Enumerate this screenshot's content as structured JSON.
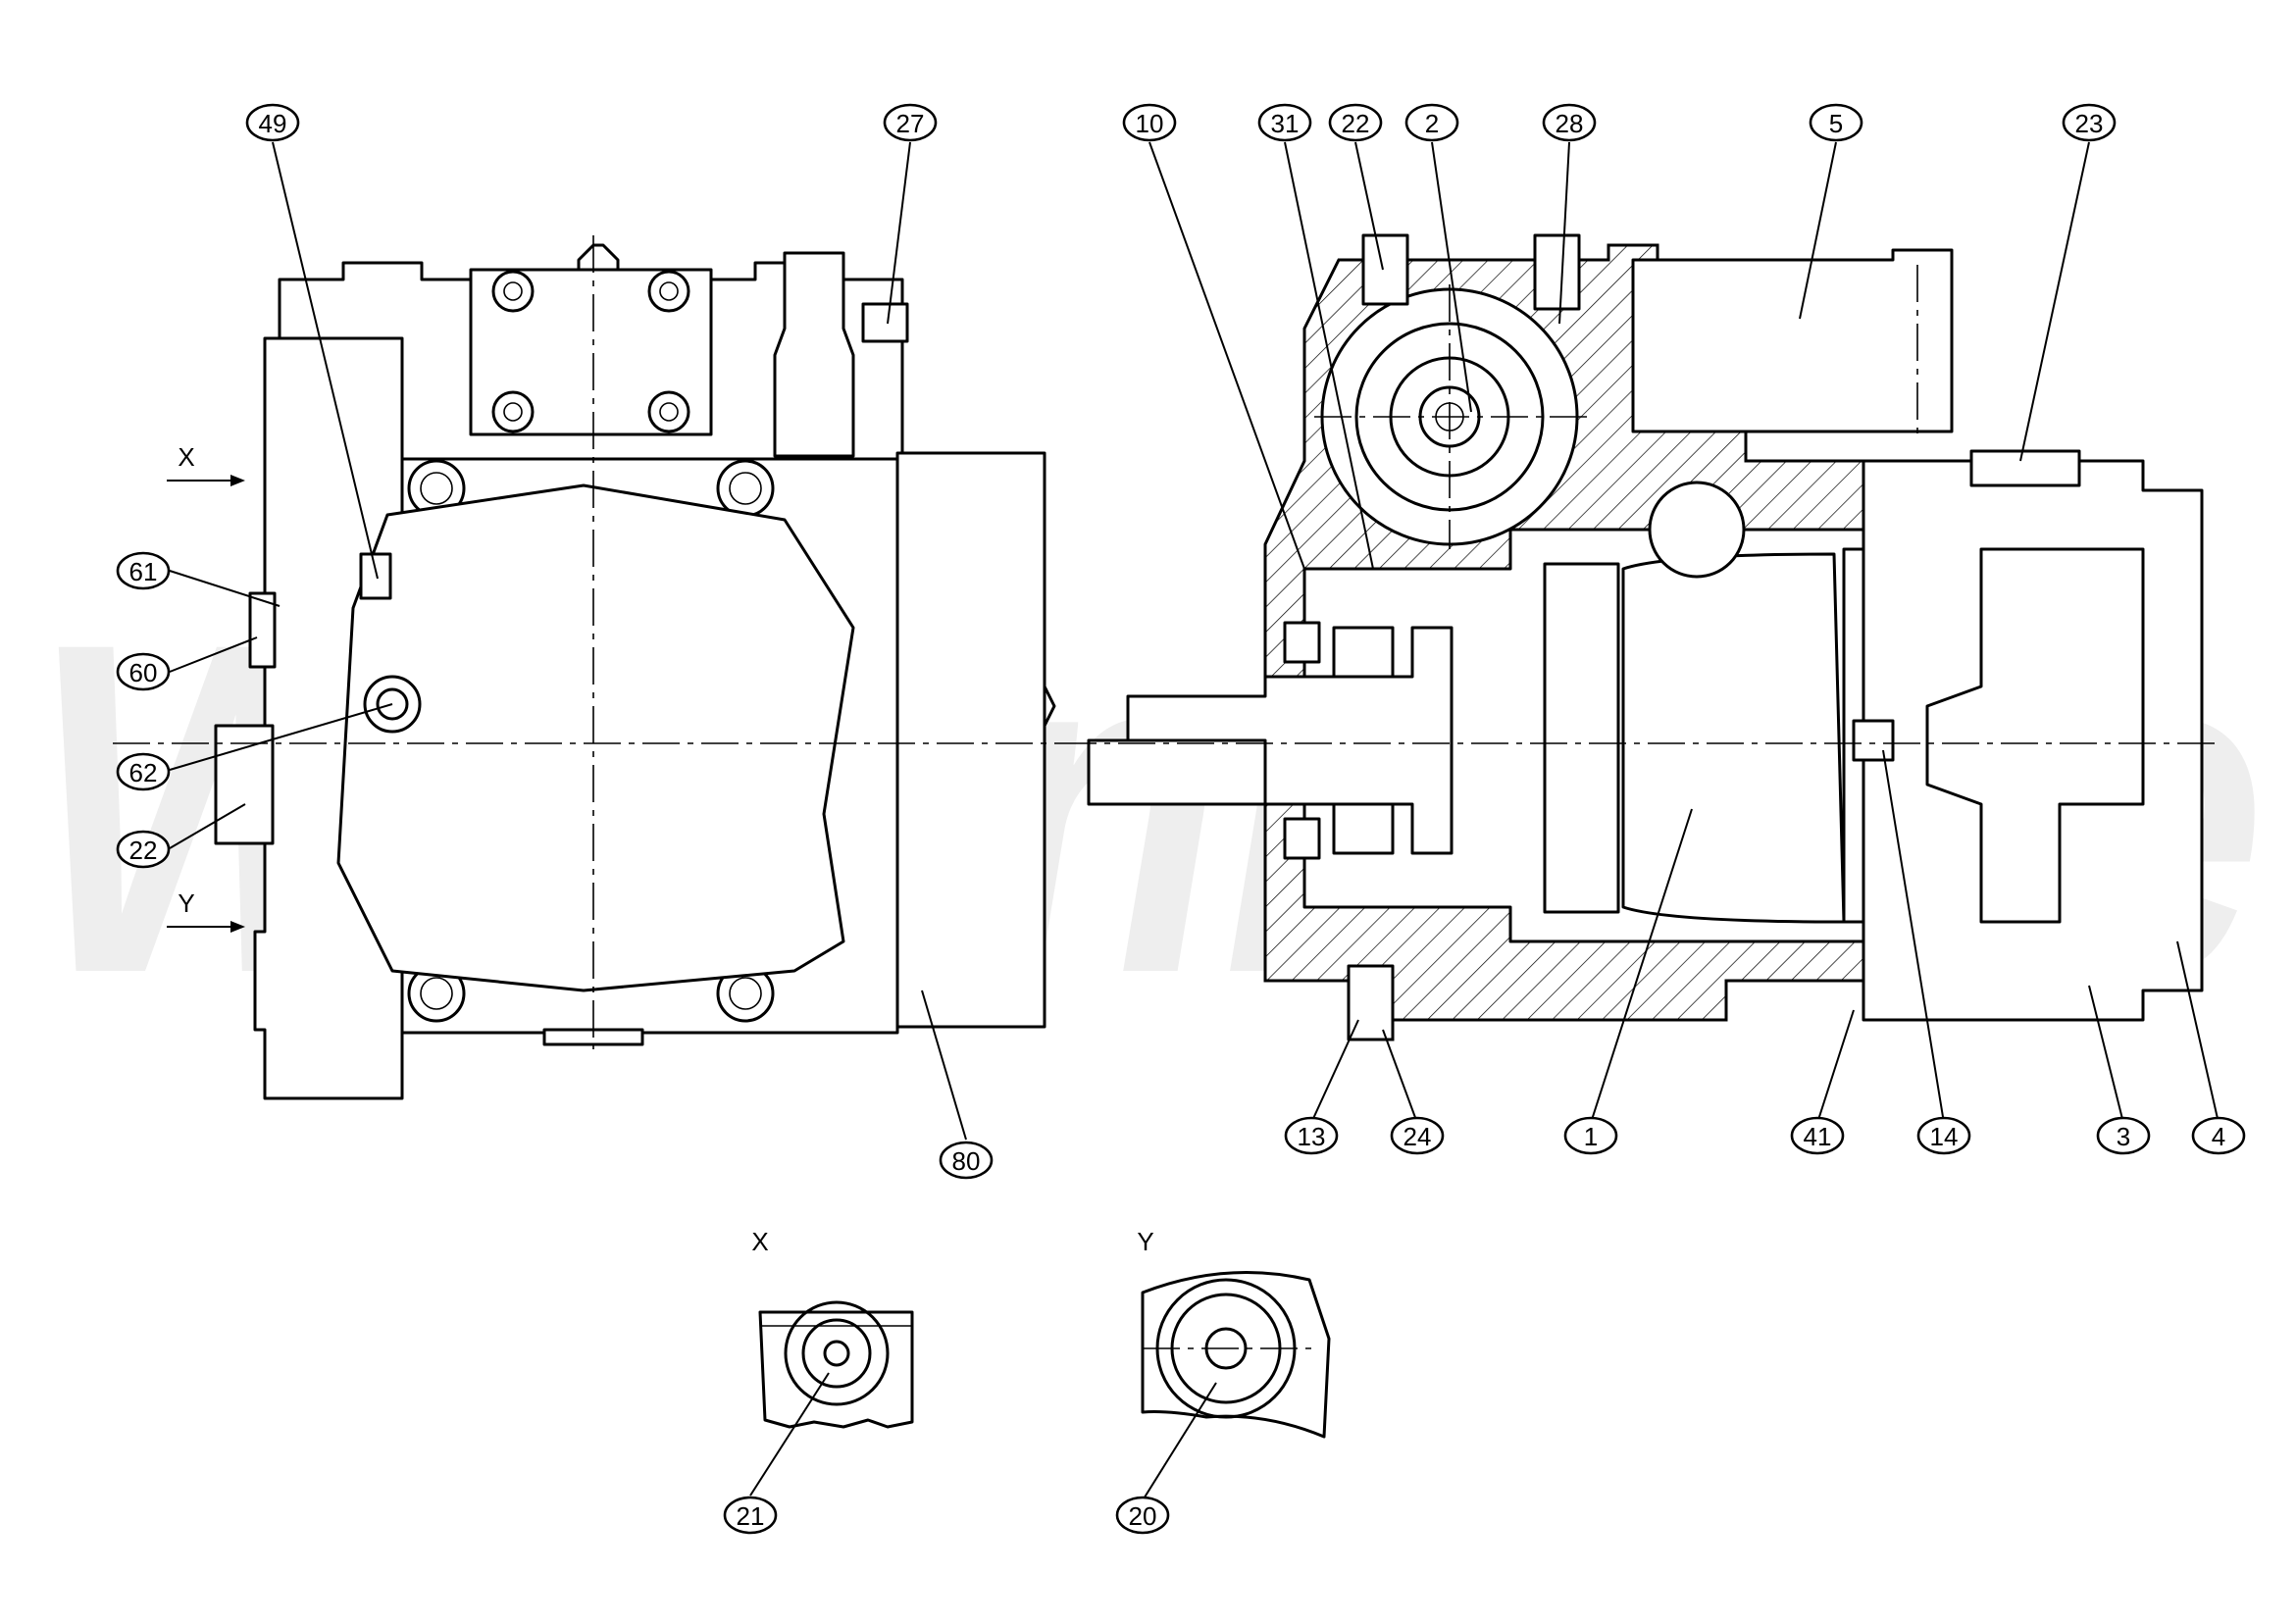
{
  "watermark": "Wibanko.de",
  "views": {
    "x_label": "X",
    "y_label": "Y"
  },
  "callouts": [
    "49",
    "27",
    "61",
    "60",
    "62",
    "22",
    "80",
    "10",
    "31",
    "22",
    "2",
    "28",
    "5",
    "23",
    "13",
    "24",
    "1",
    "41",
    "14",
    "3",
    "4",
    "21",
    "20"
  ]
}
